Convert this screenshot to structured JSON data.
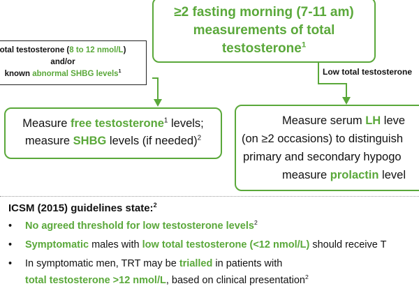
{
  "top_box": {
    "line1": "≥2 fasting morning (7-11 am)",
    "line2": "measurements of total",
    "line3": "testosterone",
    "line3_sup": "1"
  },
  "condition_box": {
    "line1_pre": "otal testosterone (",
    "line1_hl": "8 to 12 nmol/L",
    "line1_post": ")",
    "line2": "and/or",
    "line3_pre": "known ",
    "line3_hl": "abnormal SHBG levels",
    "line3_sup": "1"
  },
  "low_label": "Low total testosterone",
  "left_box": {
    "line1_pre": "Measure ",
    "line1_hl": "free testosterone",
    "line1_sup": "1",
    "line1_post": " levels;",
    "line2_pre": "measure ",
    "line2_hl": "SHBG",
    "line2_post": " levels (if needed)",
    "line2_sup": "2"
  },
  "right_box": {
    "line1_pre": "Measure serum ",
    "line1_hl": "LH",
    "line1_post": " leve",
    "line2": "(on ≥2 occasions) to distinguish",
    "line3": "primary and secondary hypogo",
    "line4_pre": "measure ",
    "line4_hl": "prolactin",
    "line4_post": " level"
  },
  "guidelines": {
    "title": "ICSM (2015) guidelines state:",
    "title_sup": "2",
    "bullet_char": "•",
    "b1_hl": "No agreed threshold for low testosterone levels",
    "b1_sup": "2",
    "b2_hl1": "Symptomatic",
    "b2_mid": " males with ",
    "b2_hl2": "low total testosterone (<12 nmol/L)",
    "b2_post": " should receive T",
    "b3_pre": "In symptomatic men, TRT may be ",
    "b3_hl": "trialled",
    "b3_post": " in patients with",
    "b4_hl": "total testosterone >12 nmol/L",
    "b4_post": ", based on clinical presentation",
    "b4_sup": "2"
  },
  "colors": {
    "accent": "#5aa83a",
    "text": "#111111",
    "border": "#222222"
  }
}
